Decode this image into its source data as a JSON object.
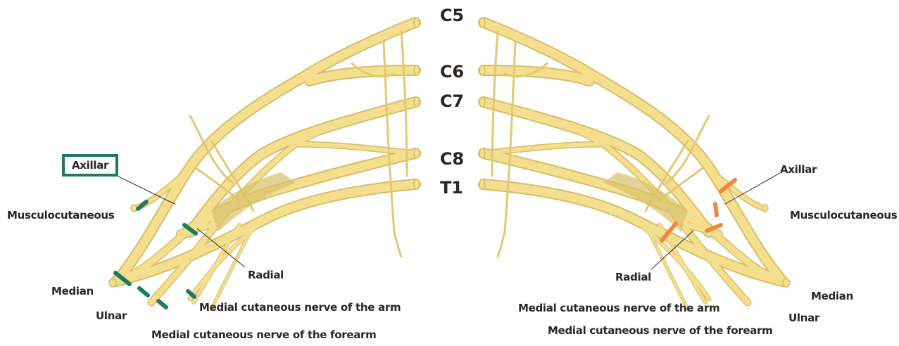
{
  "roots": [
    "C5",
    "C6",
    "C7",
    "C8",
    "T1"
  ],
  "left_panel": {
    "axillar": "Axillar",
    "musculocutaneous": "Musculocutaneous",
    "radial": "Radial",
    "median": "Median",
    "ulnar": "Ulnar",
    "med_cut_arm": "Medial cutaneous nerve of the arm",
    "med_cut_forearm": "Medial cutaneous nerve of the forearm"
  },
  "right_panel": {
    "axillar": "Axillar",
    "musculocutaneous": "Musculocutaneous",
    "radial": "Radial",
    "median": "Median",
    "ulnar": "Ulnar",
    "med_cut_arm": "Medial cutaneous nerve of the arm",
    "med_cut_forearm": "Medial cutaneous nerve of the forearm"
  },
  "colors": {
    "nerve_fill": "#f4df8f",
    "nerve_edge": "#d8bf68",
    "nerve_shadow": "#d9c06a",
    "left_marker": "#1f7a63",
    "right_marker": "#ee8a3d",
    "text": "#2b2623"
  }
}
